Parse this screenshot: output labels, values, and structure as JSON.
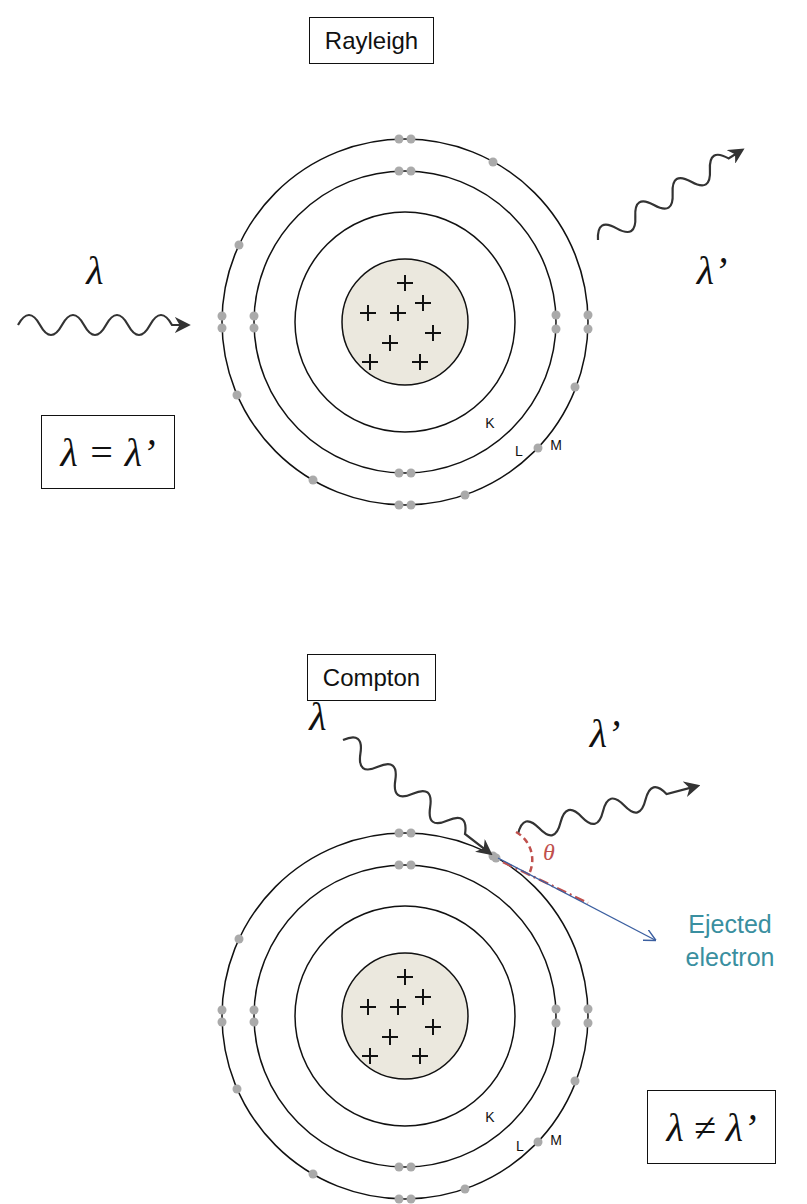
{
  "diagram": {
    "nodes": [
      {
        "text": [
          "Rayleigh"
        ]
      },
      {
        "text": [
          "λ = λ’"
        ]
      },
      {
        "text": [
          "Compton"
        ]
      },
      {
        "text": [
          "λ ≠ λ’"
        ]
      }
    ],
    "labels": [
      "λ",
      "λ’",
      "K",
      "L",
      "M",
      "λ",
      "λ’",
      "θ",
      "Ejected electron",
      "K",
      "L",
      "M"
    ]
  }
}
